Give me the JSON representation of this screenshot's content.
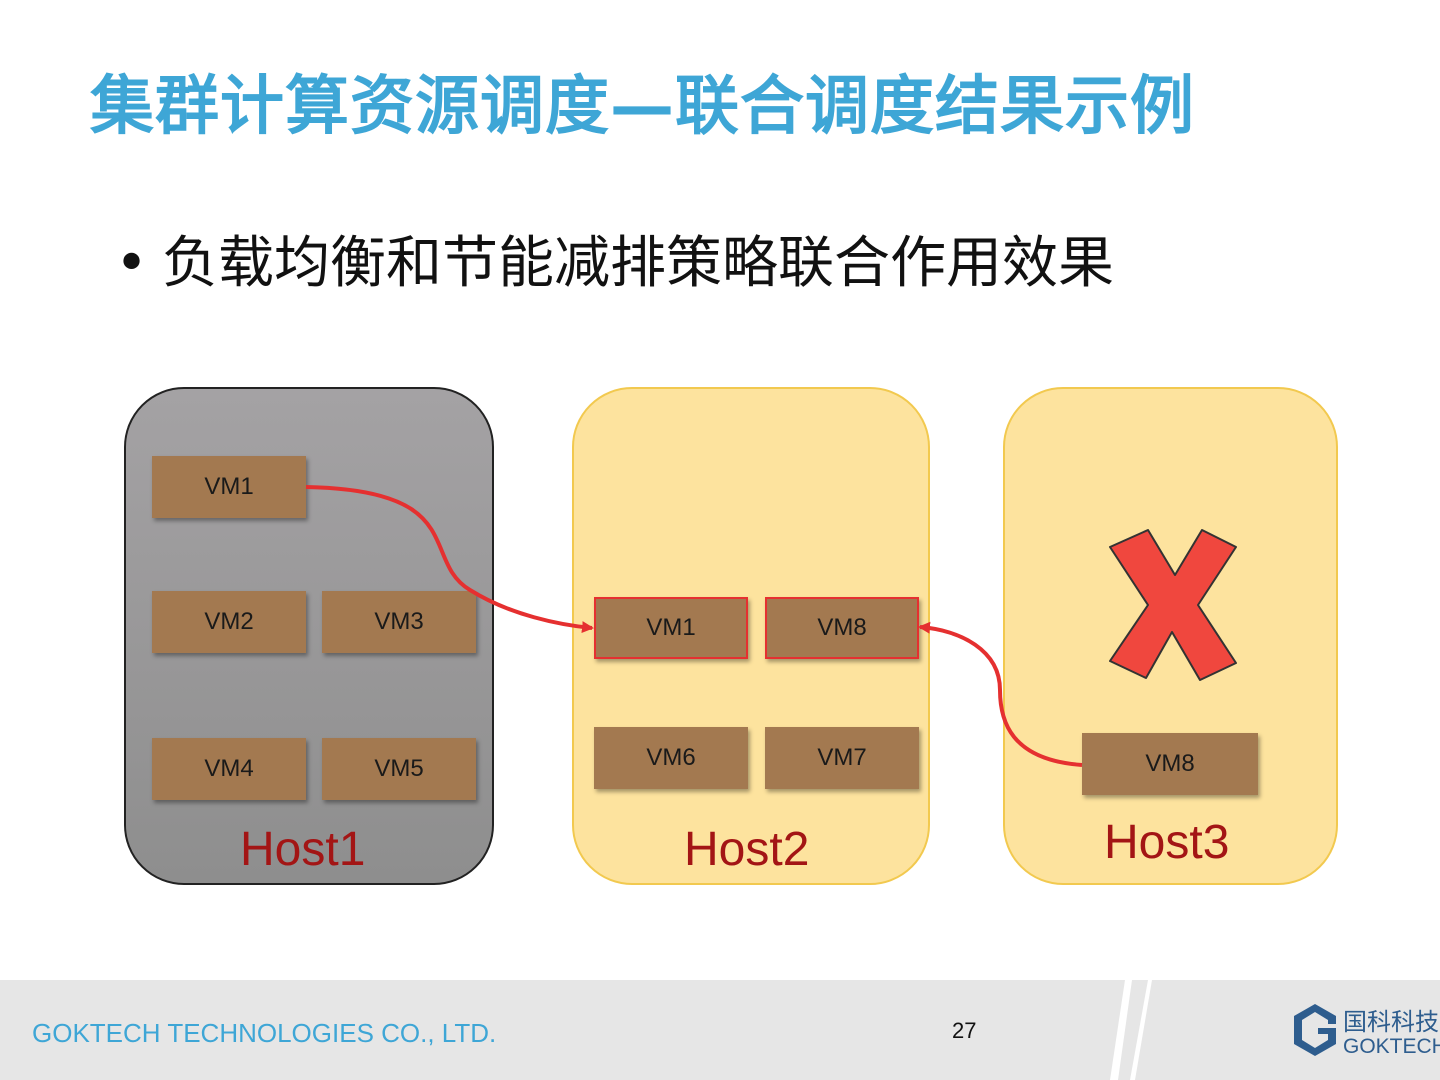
{
  "title": "集群计算资源调度—联合调度结果示例",
  "bullet": {
    "marker": "•",
    "text": "负载均衡和节能减排策略联合作用效果"
  },
  "hosts": [
    {
      "label": "Host1",
      "vms": [
        "VM1",
        "VM2",
        "VM3",
        "VM4",
        "VM5"
      ]
    },
    {
      "label": "Host2",
      "vms": [
        "VM1",
        "VM8",
        "VM6",
        "VM7"
      ]
    },
    {
      "label": "Host3",
      "vms": [
        "VM8"
      ]
    }
  ],
  "footer": {
    "company": "GOKTECH TECHNOLOGIES CO., LTD.",
    "page_number": "27",
    "logo_cn": "国科科技",
    "logo_en": "GOKTECH"
  },
  "colors": {
    "title": "#3ea6d6",
    "host_inactive": "#9a9a9a",
    "host_active": "#fde39e",
    "vm": "#a37950",
    "arrow": "#e53030",
    "host_label": "#a31515",
    "logo": "#2e5d8e"
  },
  "icons": {
    "host3_status": "red-x-icon",
    "logo": "goktech-logo-icon"
  }
}
